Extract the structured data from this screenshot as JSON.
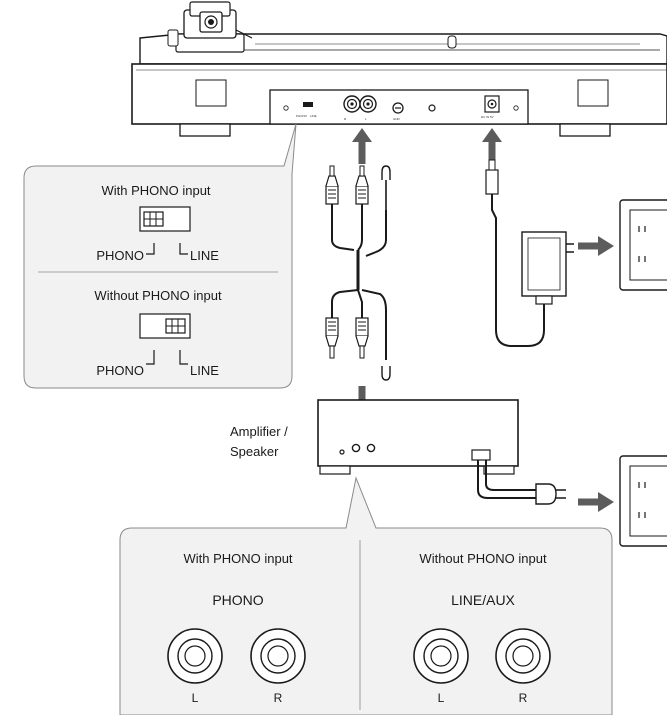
{
  "top_panel": {
    "with_phono": {
      "title": "With PHONO input",
      "phono_label": "PHONO",
      "line_label": "LINE"
    },
    "without_phono": {
      "title": "Without PHONO input",
      "phono_label": "PHONO",
      "line_label": "LINE"
    }
  },
  "amplifier": {
    "label_line1": "Amplifier /",
    "label_line2": "Speaker"
  },
  "bottom_panel": {
    "with_phono": {
      "title": "With PHONO input",
      "input_name": "PHONO",
      "left": "L",
      "right": "R"
    },
    "without_phono": {
      "title": "Without PHONO input",
      "input_name": "LINE/AUX",
      "left": "L",
      "right": "R"
    }
  },
  "colors": {
    "arrow": "#5c5c5c",
    "panel_bg": "#f2f2f2",
    "panel_border": "#8a8a8a",
    "line": "#1a1a1a"
  }
}
